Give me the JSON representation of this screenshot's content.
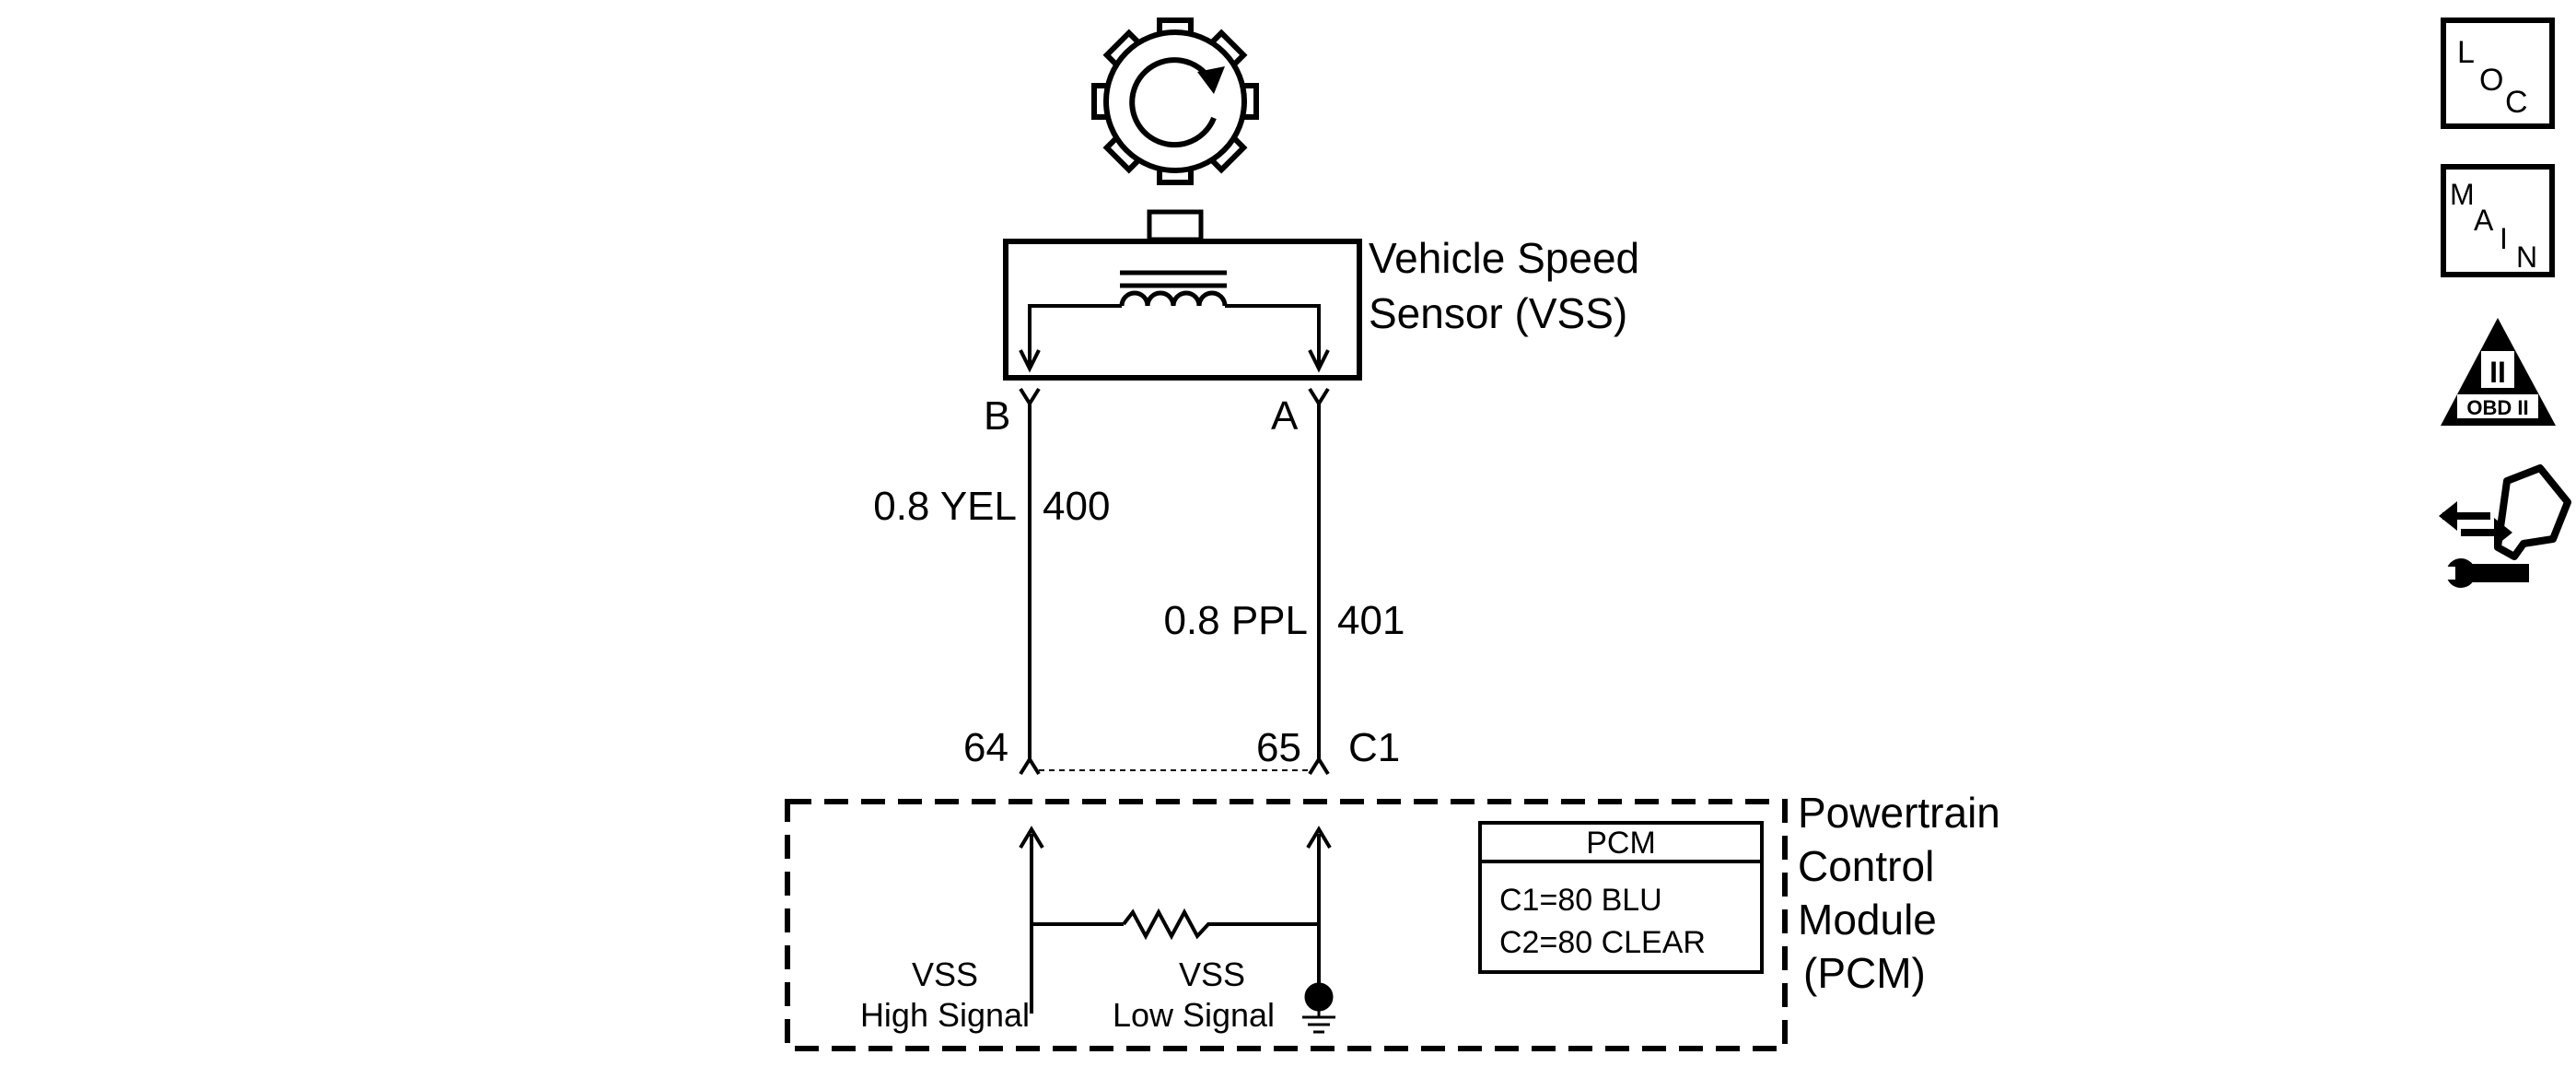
{
  "sensor": {
    "name_line1": "Vehicle Speed",
    "name_line2": "Sensor (VSS)",
    "pin_b": "B",
    "pin_a": "A"
  },
  "wires": {
    "left": {
      "gauge_color": "0.8 YEL",
      "circuit": "400"
    },
    "right": {
      "gauge_color": "0.8 PPL",
      "circuit": "401"
    }
  },
  "connector": {
    "pin_left": "64",
    "pin_right": "65",
    "name": "C1"
  },
  "module": {
    "name_line1": "Powertrain",
    "name_line2": "Control",
    "name_line3": "Module",
    "name_line4": "(PCM)",
    "high_line1": "VSS",
    "high_line2": "High Signal",
    "low_line1": "VSS",
    "low_line2": "Low Signal",
    "legend_title": "PCM",
    "legend_line1": "C1=80 BLU",
    "legend_line2": "C2=80 CLEAR"
  },
  "nav": {
    "loc": {
      "l1": "L",
      "l2": "O",
      "l3": "C"
    },
    "main": {
      "l1": "M",
      "l2": "A",
      "l3": "I",
      "l4": "N"
    },
    "obd": {
      "numeral": "II",
      "label": "OBD II"
    }
  },
  "icons": [
    "reluctor-wheel-icon",
    "coil-icon",
    "ground-icon",
    "resistor-icon",
    "loc-icon",
    "main-icon",
    "obd-ii-icon",
    "component-tools-icon"
  ]
}
